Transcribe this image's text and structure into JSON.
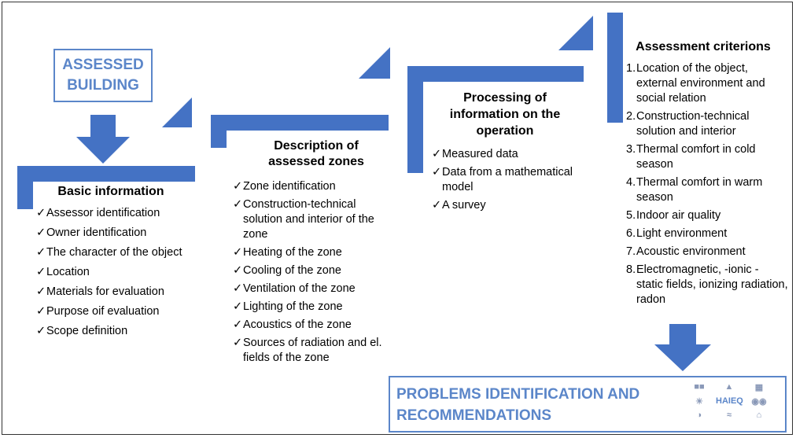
{
  "assessed_building": "ASSESSED\nBUILDING",
  "stage1": {
    "title": "Basic information",
    "items": [
      "Assessor identification",
      "Owner identification",
      "The character of the object",
      "Location",
      "Materials for evaluation",
      "Purpose oif evaluation",
      "Scope definition"
    ]
  },
  "stage2": {
    "title": "Description of assessed zones",
    "items": [
      "Zone identification",
      "Construction-technical solution and interior of the zone",
      "Heating of the zone",
      "Cooling of the zone",
      "Ventilation of the zone",
      "Lighting of the zone",
      "Acoustics of the zone",
      "Sources of radiation and el. fields of the zone"
    ]
  },
  "stage3": {
    "title": "Processing of information on the operation",
    "items": [
      "Measured data",
      "Data from a mathematical model",
      "A survey"
    ]
  },
  "stage4": {
    "title": "Assessment criterions",
    "items": [
      {
        "num": "1.",
        "text": "Location of the object, external environment and social relation"
      },
      {
        "num": "2.",
        "text": "Construction-technical solution and interior"
      },
      {
        "num": "3.",
        "text": "Thermal comfort in cold season"
      },
      {
        "num": "4.",
        "text": "Thermal comfort in warm season"
      },
      {
        "num": "5.",
        "text": "Indoor air quality"
      },
      {
        "num": "6.",
        "text": "Light environment"
      },
      {
        "num": "7.",
        "text": "Acoustic environment"
      },
      {
        "num": "8.",
        "text": "Electromagnetic, -ionic - static fields, ionizing radiation, radon"
      }
    ]
  },
  "problems_box": {
    "text": "PROBLEMS IDENTIFICATION AND RECOMMENDATIONS",
    "logo_text": "HAIEQ"
  },
  "check_mark": "✓",
  "colors": {
    "step_blue": "#4472C4",
    "box_outline": "#5B86C9"
  }
}
